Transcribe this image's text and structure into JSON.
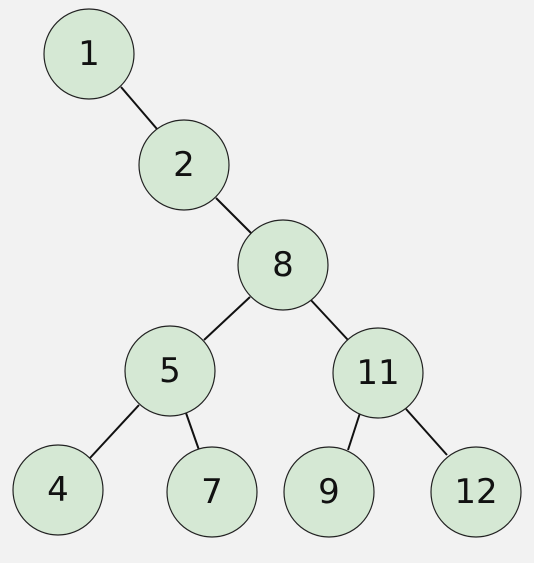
{
  "diagram": {
    "type": "tree",
    "colors": {
      "background": "#f2f2f2",
      "node_fill": "#d5e8d4",
      "node_stroke": "#222222",
      "edge": "#111111",
      "text": "#111111"
    },
    "nodes": [
      {
        "id": "n1",
        "label": "1"
      },
      {
        "id": "n2",
        "label": "2"
      },
      {
        "id": "n8",
        "label": "8"
      },
      {
        "id": "n5",
        "label": "5"
      },
      {
        "id": "n11",
        "label": "11"
      },
      {
        "id": "n4",
        "label": "4"
      },
      {
        "id": "n7",
        "label": "7"
      },
      {
        "id": "n9",
        "label": "9"
      },
      {
        "id": "n12",
        "label": "12"
      }
    ],
    "edges": [
      {
        "from": "n1",
        "to": "n2"
      },
      {
        "from": "n2",
        "to": "n8"
      },
      {
        "from": "n8",
        "to": "n5"
      },
      {
        "from": "n8",
        "to": "n11"
      },
      {
        "from": "n5",
        "to": "n4"
      },
      {
        "from": "n5",
        "to": "n7"
      },
      {
        "from": "n11",
        "to": "n9"
      },
      {
        "from": "n11",
        "to": "n12"
      }
    ]
  }
}
